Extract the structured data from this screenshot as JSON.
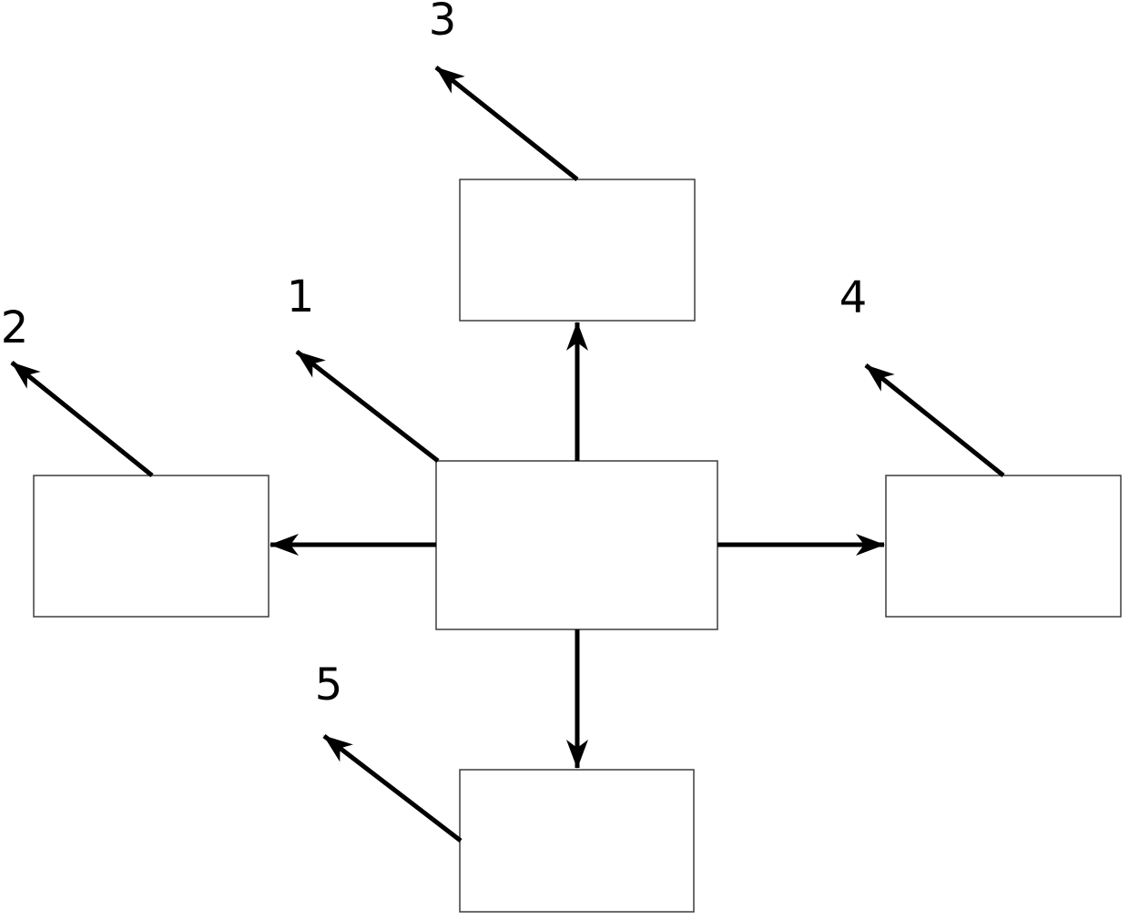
{
  "figure": {
    "description": "Block diagram with a central box connected by arrows to four surrounding boxes; numbered leader arrows identify each box",
    "background_color": "#ffffff",
    "arrow_color": "#000000",
    "box_border_color": "#3d3d3d",
    "box_fill_color": "#ffffff",
    "boxes": [
      {
        "name": "center-box",
        "text": ""
      },
      {
        "name": "top-box",
        "text": ""
      },
      {
        "name": "left-box",
        "text": ""
      },
      {
        "name": "right-box",
        "text": ""
      },
      {
        "name": "bottom-box",
        "text": ""
      }
    ],
    "connections": [
      {
        "from": "center-box",
        "to": "top-box"
      },
      {
        "from": "center-box",
        "to": "left-box"
      },
      {
        "from": "center-box",
        "to": "right-box"
      },
      {
        "from": "center-box",
        "to": "bottom-box"
      }
    ],
    "reference_labels": [
      {
        "text": "1",
        "points_to": "center-box"
      },
      {
        "text": "2",
        "points_to": "left-box"
      },
      {
        "text": "3",
        "points_to": "top-box"
      },
      {
        "text": "4",
        "points_to": "right-box"
      },
      {
        "text": "5",
        "points_to": "bottom-box"
      }
    ]
  }
}
